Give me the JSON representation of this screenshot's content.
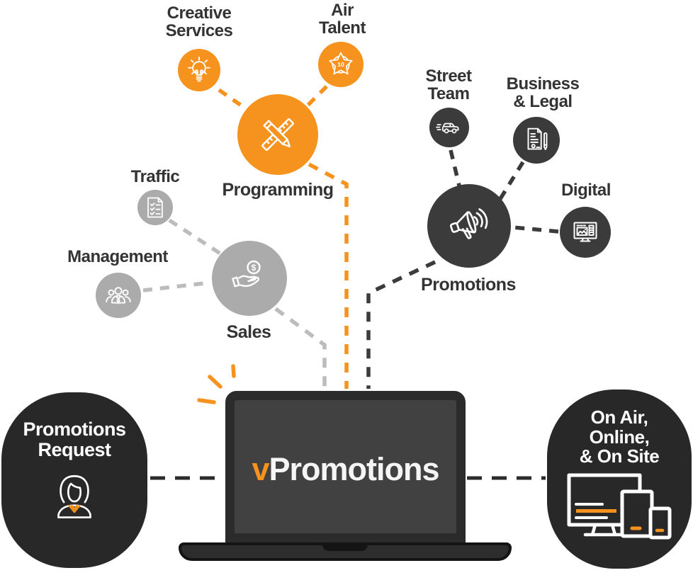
{
  "title": "vPromotions workflow diagram",
  "colors": {
    "accent_orange": "#F6921E",
    "node_gray": "#ABABAB",
    "node_dark": "#3B3B3B",
    "box_background": "#282828",
    "laptop_screen": "#414141",
    "label_text": "#333333",
    "icon_stroke": "#FFFFFF"
  },
  "nodes": [
    {
      "id": "creative-services",
      "label": "Creative\nServices",
      "color": "#F6921E",
      "icon": "lightbulb-icon"
    },
    {
      "id": "air-talent",
      "label": "Air\nTalent",
      "color": "#F6921E",
      "icon": "star-badge-icon",
      "badge": "10"
    },
    {
      "id": "programming",
      "label": "Programming",
      "color": "#F6921E",
      "icon": "ruler-pencil-icon"
    },
    {
      "id": "traffic",
      "label": "Traffic",
      "color": "#ABABAB",
      "icon": "checklist-icon"
    },
    {
      "id": "management",
      "label": "Management",
      "color": "#ABABAB",
      "icon": "team-icon"
    },
    {
      "id": "sales",
      "label": "Sales",
      "color": "#ABABAB",
      "icon": "hand-coin-icon",
      "coin_symbol": "$"
    },
    {
      "id": "street-team",
      "label": "Street\nTeam",
      "color": "#3B3B3B",
      "icon": "car-icon"
    },
    {
      "id": "business-legal",
      "label": "Business\n& Legal",
      "color": "#3B3B3B",
      "icon": "contract-pen-icon"
    },
    {
      "id": "digital",
      "label": "Digital",
      "color": "#3B3B3B",
      "icon": "monitor-image-icon"
    },
    {
      "id": "promotions",
      "label": "Promotions",
      "color": "#3B3B3B",
      "icon": "megaphone-icon"
    }
  ],
  "left_box": {
    "label": "Promotions\nRequest",
    "icon": "woman-icon"
  },
  "right_box": {
    "label": "On Air,\nOnline,\n& On Site",
    "icon": "devices-icon"
  },
  "laptop": {
    "brand_prefix": "v",
    "brand_name": "Promotions"
  }
}
